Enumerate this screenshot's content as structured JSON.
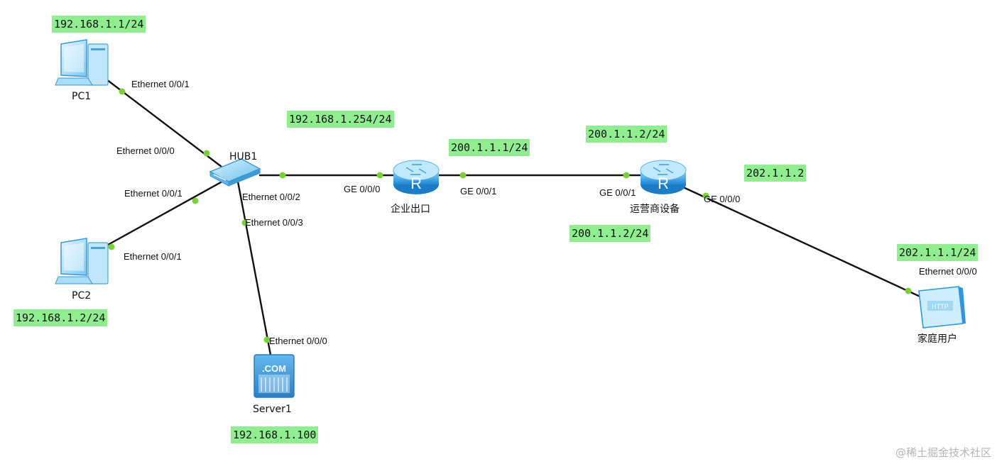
{
  "devices": {
    "pc1": "PC1",
    "pc2": "PC2",
    "hub1": "HUB1",
    "server1": "Server1",
    "router_enterprise": "企业出口",
    "router_isp": "运营商设备",
    "home_user": "家庭用户"
  },
  "ports": {
    "pc1_eth": "Ethernet 0/0/1",
    "hub_eth000": "Ethernet 0/0/0",
    "hub_eth001": "Ethernet 0/0/1",
    "pc2_eth": "Ethernet 0/0/1",
    "hub_eth002": "Ethernet 0/0/2",
    "hub_eth003": "Ethernet 0/0/3",
    "server_eth": "Ethernet 0/0/0",
    "r1_ge000": "GE 0/0/0",
    "r1_ge001": "GE 0/0/1",
    "r2_ge001": "GE 0/0/1",
    "r2_ge000": "GE 0/0/0",
    "home_eth": "Ethernet 0/0/0"
  },
  "ip_labels": {
    "pc1": "192.168.1.1/24",
    "pc2": "192.168.1.2/24",
    "server": "192.168.1.100",
    "r1_lan": "192.168.1.254/24",
    "r1_wan": "200.1.1.1/24",
    "r2_wan_top": "200.1.1.2/24",
    "r2_wan_bottom": "200.1.1.2/24",
    "r2_lan": "202.1.1.2",
    "home": "202.1.1.1/24"
  },
  "icons": {
    "server_badge": ".COM",
    "router_badge": "R",
    "home_badge": "HTTP"
  },
  "colors": {
    "ip_bg": "#90ee90",
    "port_dot": "#7ccf3a",
    "device_blue": "#2f97d9",
    "link": "#111111"
  },
  "watermark": "@稀土掘金技术社区"
}
